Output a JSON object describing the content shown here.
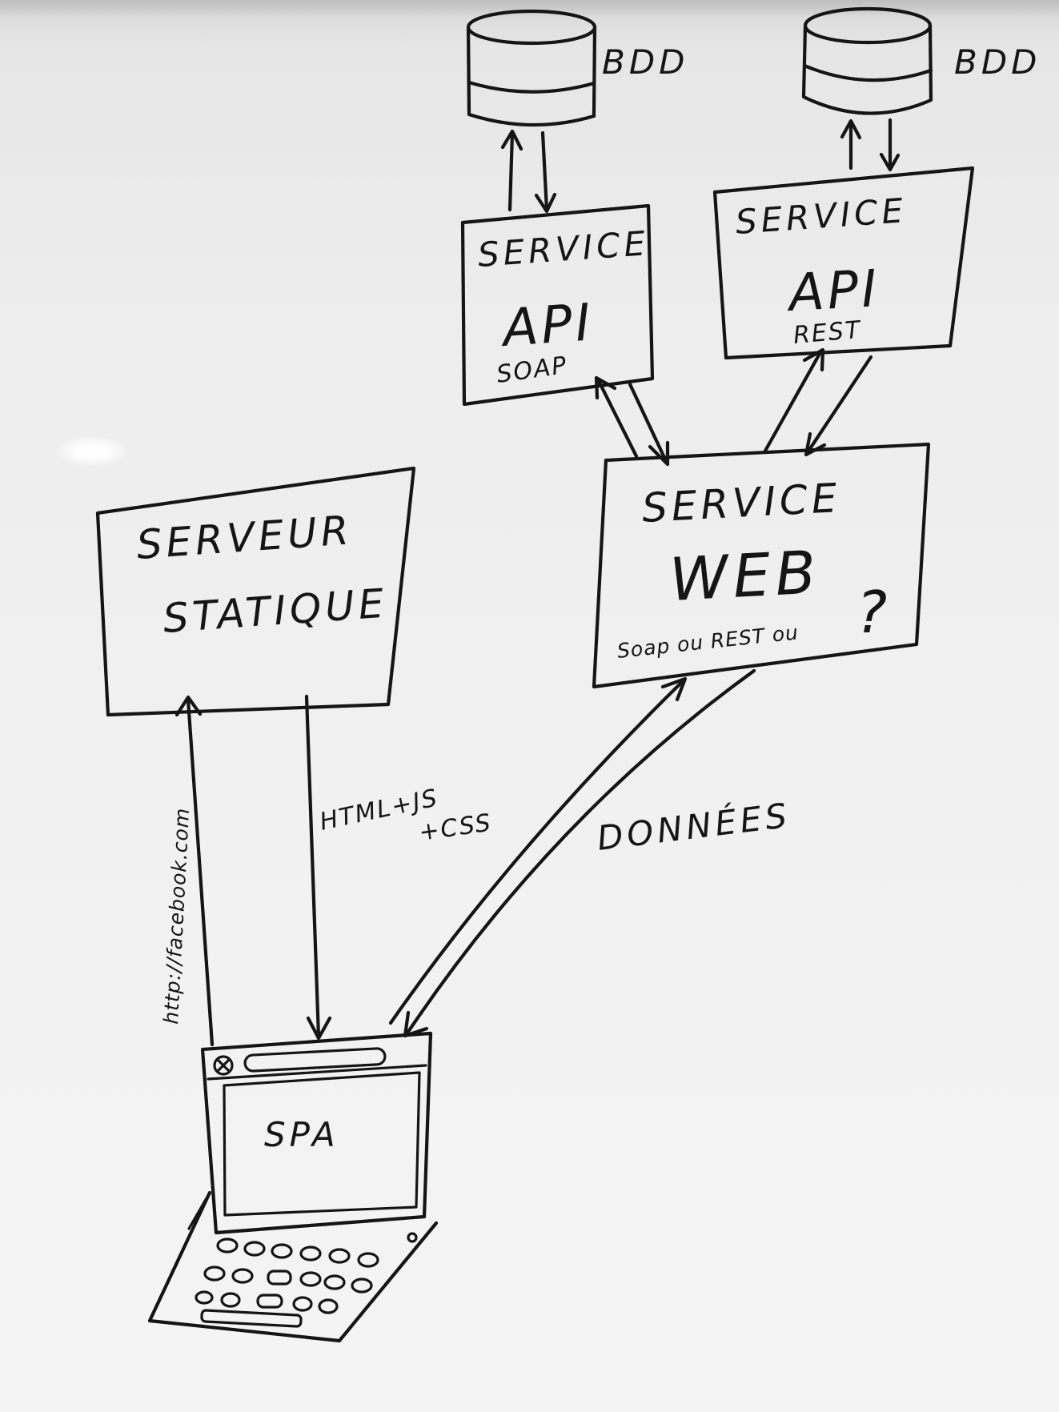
{
  "labels": {
    "bdd_left": "BDD",
    "bdd_right": "BDD",
    "soap_service_title": "SERVICE",
    "soap_service_api": "API",
    "soap_service_protocol": "SOAP",
    "rest_service_title": "SERVICE",
    "rest_service_api": "API",
    "rest_service_protocol": "REST",
    "web_service_title": "SERVICE",
    "web_service_web": "WEB",
    "web_service_subtitle": "Soap ou REST ou",
    "web_service_question": "?",
    "static_server_line1": "SERVEUR",
    "static_server_line2": "STATIQUE",
    "url_label": "http://facebook.com",
    "html_line1": "HTML+JS",
    "html_line2": "+CSS",
    "data_label": "DONNÉES",
    "spa_label": "SPA"
  }
}
